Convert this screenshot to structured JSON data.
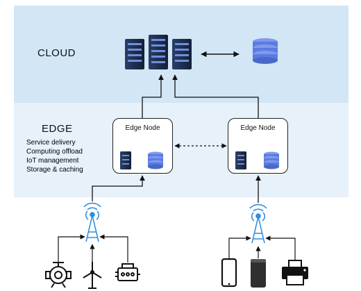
{
  "cloud": {
    "title": "CLOUD"
  },
  "edge": {
    "title": "EDGE",
    "functions": [
      "Service delivery",
      "Computing offload",
      "IoT management",
      "Storage & caching"
    ]
  },
  "nodes": [
    {
      "label": "Edge Node"
    },
    {
      "label": "Edge Node"
    }
  ],
  "icons": {
    "cloud_servers": "server-rack-icon",
    "cloud_storage": "database-icon",
    "node_server": "server-icon",
    "node_storage": "database-icon",
    "antenna": "antenna-tower-icon",
    "devices_left": [
      "industrial-valve-icon",
      "wind-turbine-icon",
      "engine-icon"
    ],
    "devices_right": [
      "smartphone-icon",
      "smart-speaker-icon",
      "printer-icon"
    ]
  },
  "colors": {
    "cloud_band": "#d2e6f6",
    "edge_band": "#e6f1fa",
    "server": "#1b2a4a",
    "database": "#5b7be0",
    "antenna": "#2f8ee0"
  }
}
